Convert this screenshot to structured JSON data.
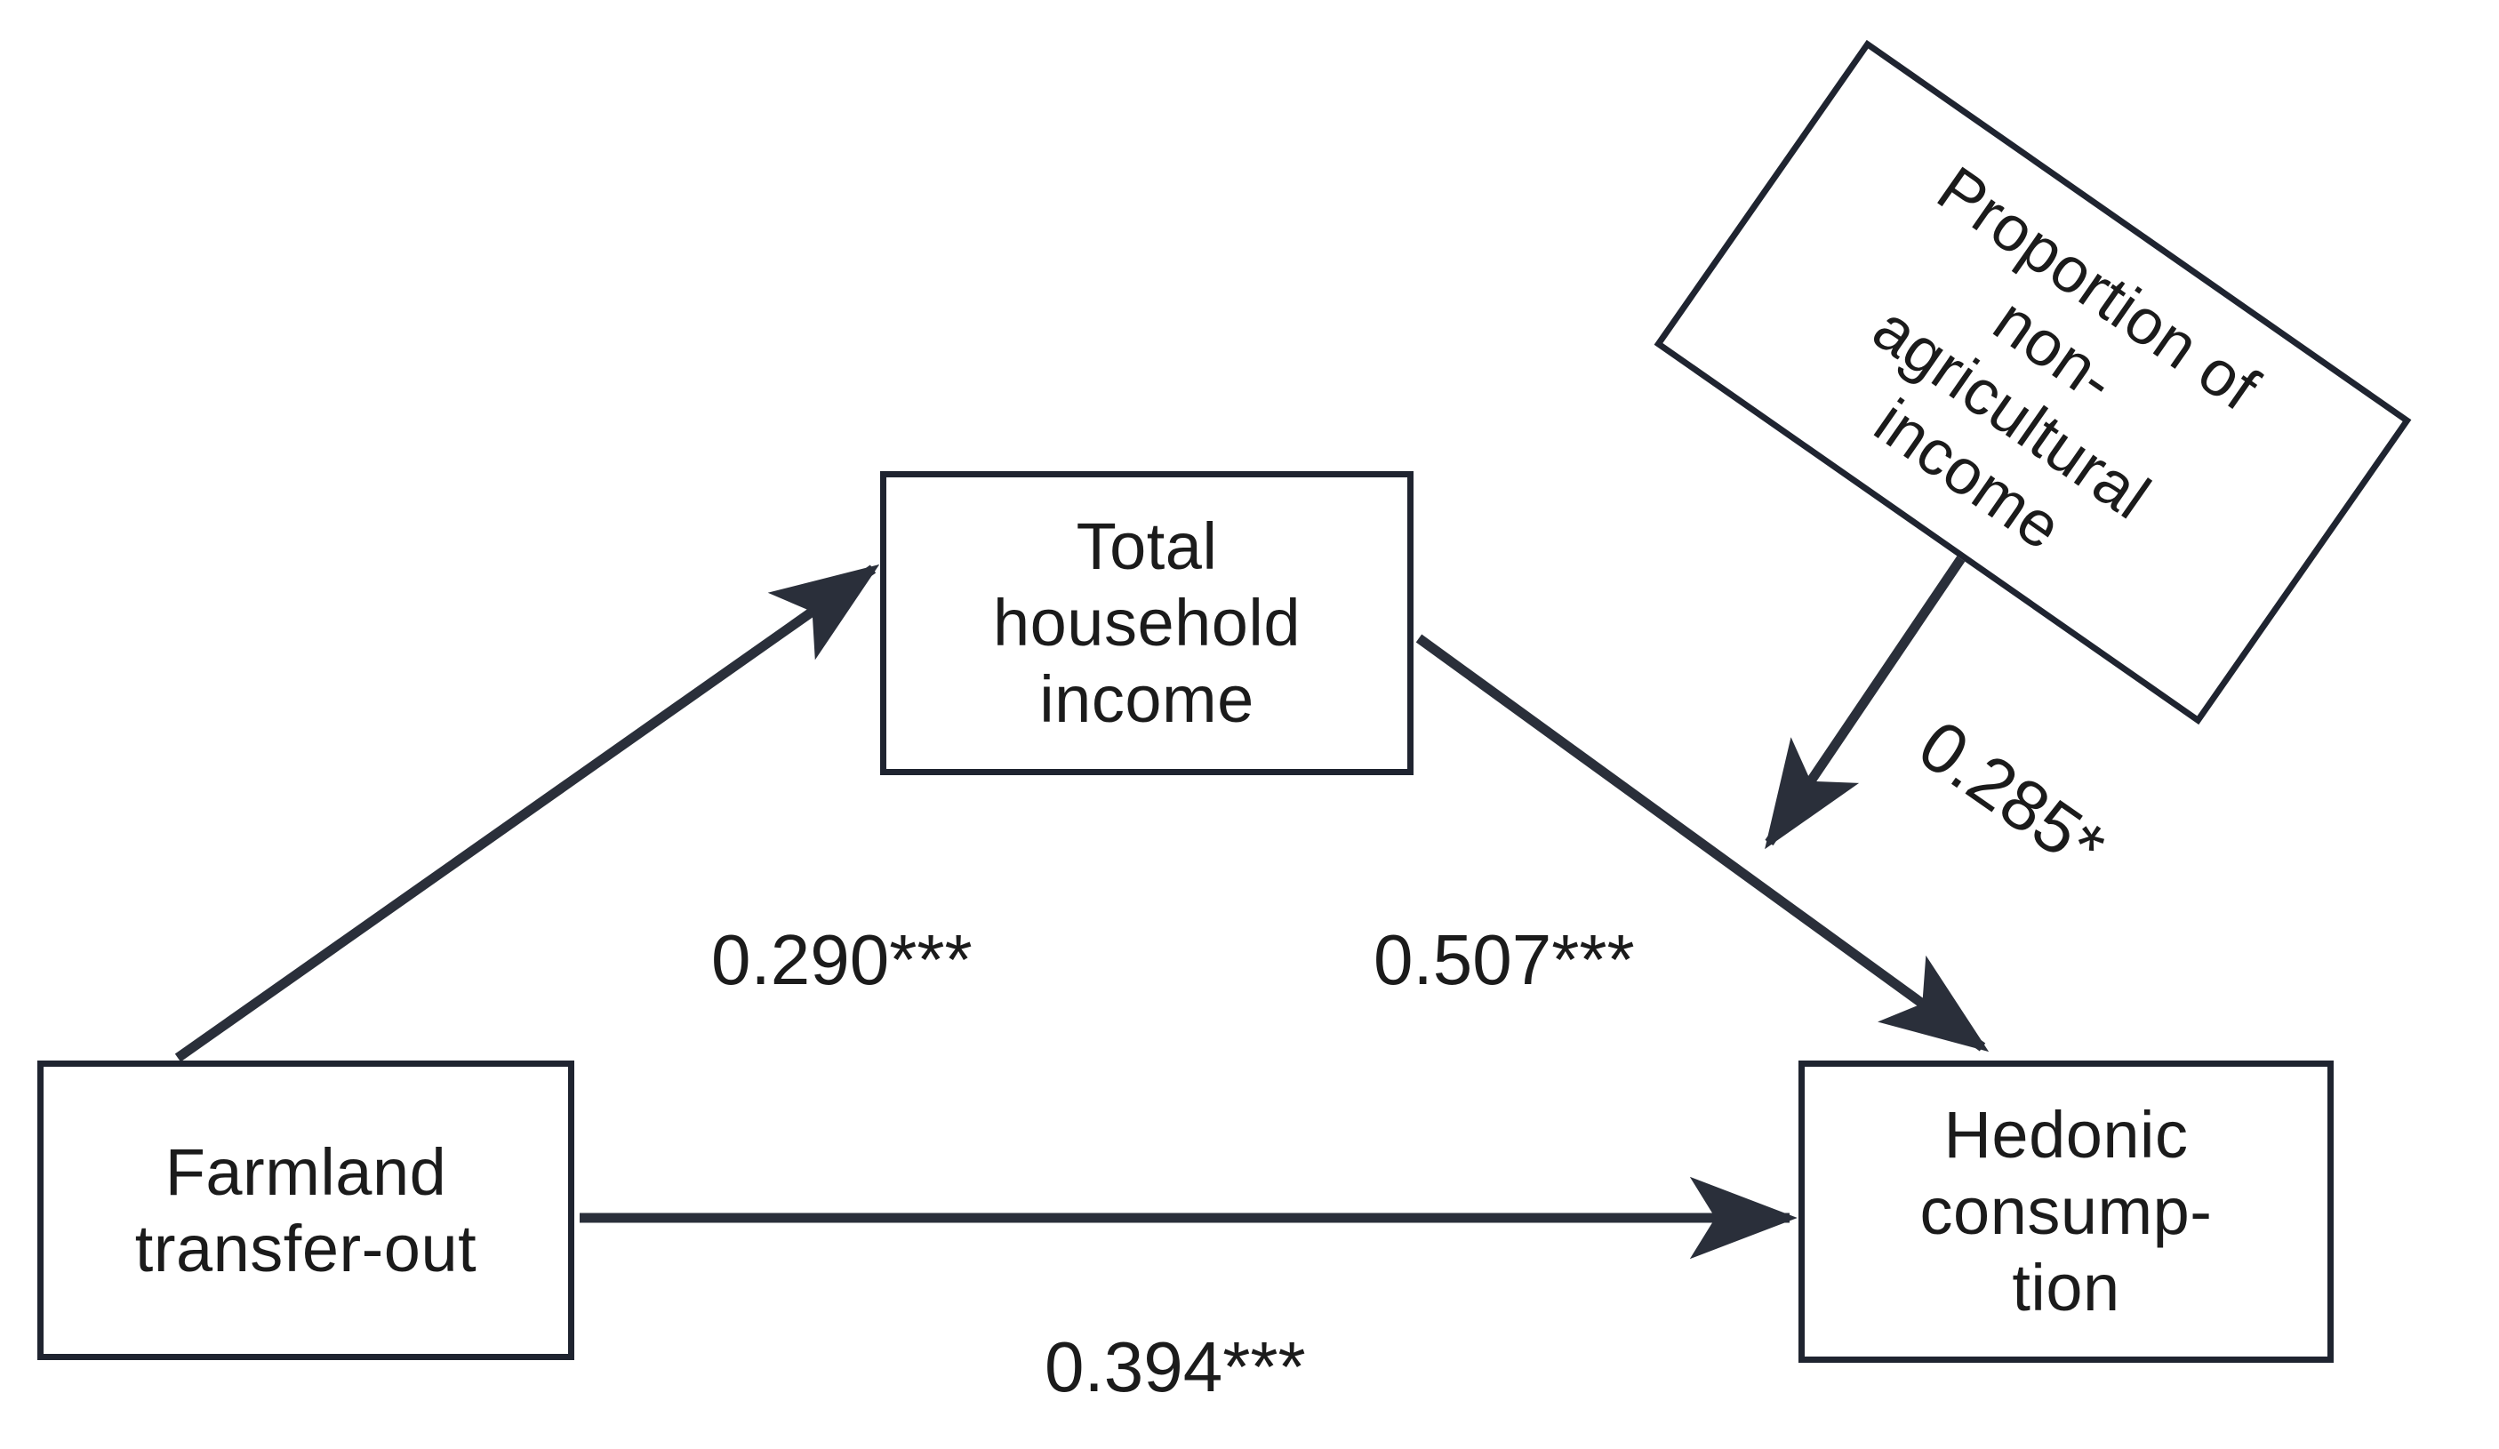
{
  "diagram": {
    "type": "path-analysis-mediation-model",
    "background_color": "#ffffff",
    "line_color": "#1f2430",
    "text_color": "#1b1b1b",
    "nodes": [
      {
        "id": "farmland",
        "label": "Farmland\ntransfer-out",
        "role": "independent-variable",
        "shape": "rectangle",
        "rotation_deg": 0
      },
      {
        "id": "income",
        "label": "Total\nhousehold\nincome",
        "role": "mediator",
        "shape": "rectangle",
        "rotation_deg": 0
      },
      {
        "id": "hedonic",
        "label": "Hedonic\nconsump-\ntion",
        "role": "dependent-variable",
        "shape": "rectangle",
        "rotation_deg": 0
      },
      {
        "id": "nonag",
        "label": "Proportion of\nnon-\nagricultural\nincome",
        "role": "moderator",
        "shape": "rectangle",
        "rotation_deg": 34.9
      }
    ],
    "edges": [
      {
        "id": "farmland-to-income",
        "from": "farmland",
        "to": "income",
        "coefficient": "0.290***",
        "arrow": true
      },
      {
        "id": "income-to-hedonic",
        "from": "income",
        "to": "hedonic",
        "coefficient": "0.507***",
        "arrow": true
      },
      {
        "id": "farmland-to-hedonic",
        "from": "farmland",
        "to": "hedonic",
        "coefficient": "0.394***",
        "arrow": true
      },
      {
        "id": "nonag-moderates-income-hedonic",
        "from": "nonag",
        "to": "income-to-hedonic",
        "coefficient": "0.285*",
        "arrow": true,
        "moderation": true
      }
    ]
  }
}
